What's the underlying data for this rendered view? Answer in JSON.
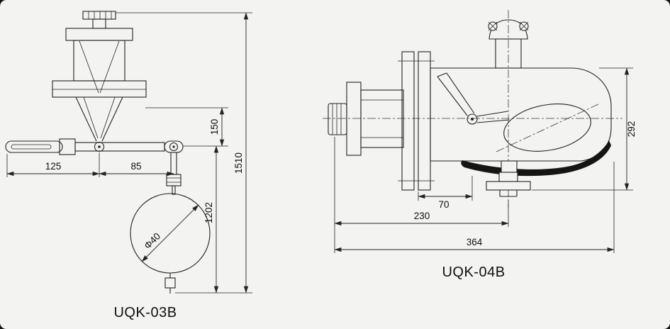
{
  "colors": {
    "line": "#232323",
    "background": "#f3f3f1",
    "lever_fill": "#151515"
  },
  "figures": {
    "left": {
      "label": "UQK-03B",
      "dimensions": {
        "arm_left": "125",
        "arm_right": "85",
        "lever_offset": "150",
        "overall_height": "1510",
        "float_travel": "1202",
        "float_diameter": "Φ40"
      }
    },
    "right": {
      "label": "UQK-04B",
      "dimensions": {
        "flange_to_pivot": "70",
        "body_length": "230",
        "overall_length": "364",
        "overall_height": "292"
      }
    }
  }
}
